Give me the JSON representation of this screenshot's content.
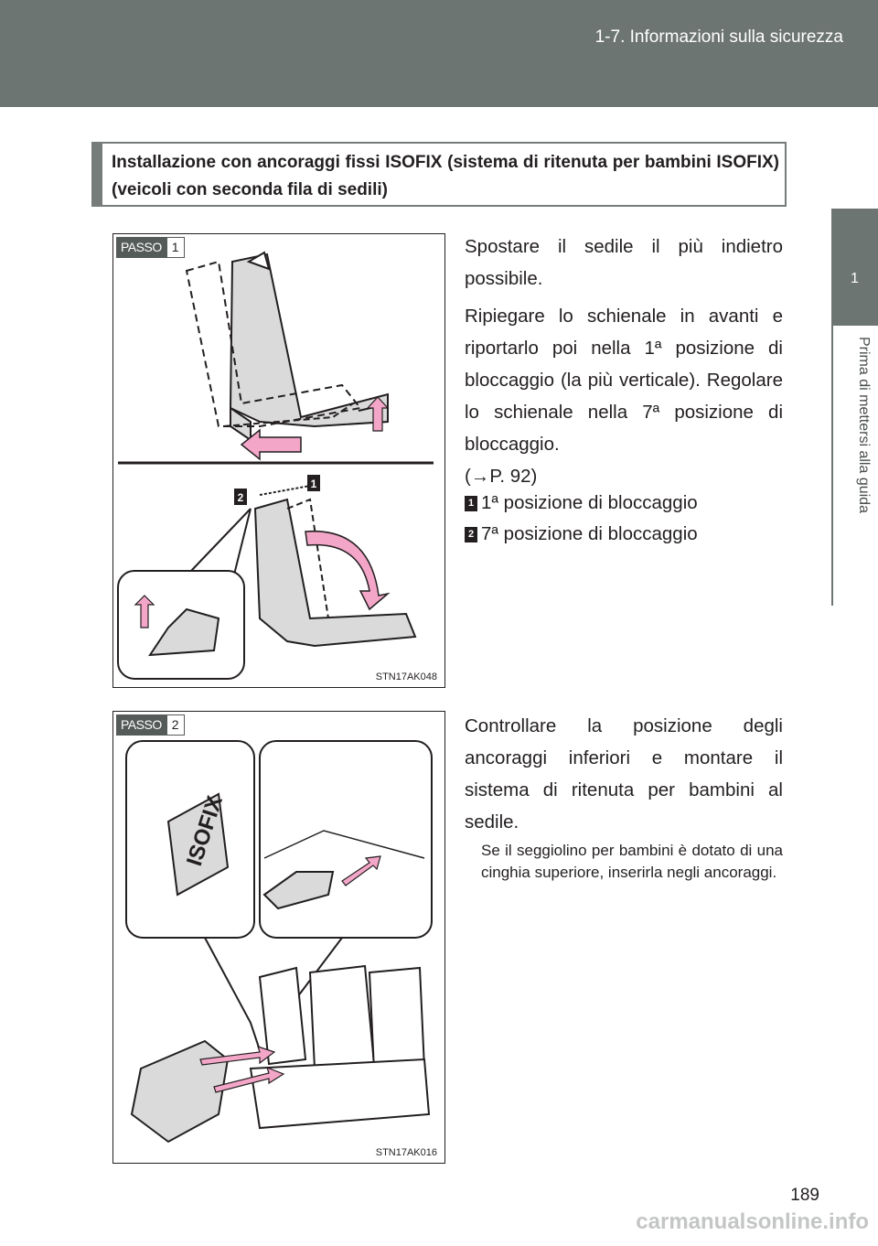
{
  "header": {
    "section_title": "1-7. Informazioni sulla sicurezza"
  },
  "side_tab": {
    "number": "1",
    "label": "Prima di mettersi alla guida"
  },
  "heading": "Installazione con ancoraggi fissi ISOFIX (sistema di ritenuta per bambini ISOFIX) (veicoli con seconda fila di sedili)",
  "step1": {
    "badge_label": "PASSO",
    "badge_number": "1",
    "figure_code": "STN17AK048",
    "callout_1": "1",
    "callout_2": "2",
    "text_a": "Spostare il sedile il più indietro possibile.",
    "text_b": "Ripiegare lo schienale in avanti e riportarlo poi nella 1ª posizione di bloccaggio (la più verticale). Regolare lo schienale nella 7ª posizione di bloccaggio.",
    "text_ref": "(→P. 92)",
    "legend": [
      {
        "badge": "1",
        "text": "1ª posizione di bloccaggio"
      },
      {
        "badge": "2",
        "text": "7ª posizione di bloccaggio"
      }
    ]
  },
  "step2": {
    "badge_label": "PASSO",
    "badge_number": "2",
    "figure_code": "STN17AK016",
    "isofix_label": "ISOFIX",
    "text": "Controllare la posizione degli ancoraggi inferiori e montare il sistema di ritenuta per bambini al sedile.",
    "note": "Se il seggiolino per bambini è dotato di una cinghia superiore, inserirla negli ancoraggi."
  },
  "page_number": "189",
  "watermark": "carmanualsonline.info",
  "colors": {
    "band": "#6d7572",
    "arrow_pink": "#f3a6c8",
    "seat_gray": "#d9dad9"
  }
}
